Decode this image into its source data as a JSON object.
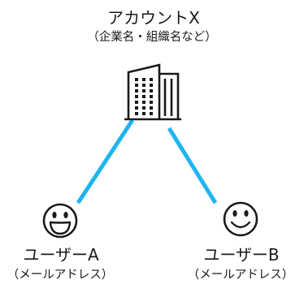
{
  "account": {
    "title": "アカウントX",
    "subtitle": "（企業名・組織名など）",
    "icon": "building-icon"
  },
  "user_a": {
    "title": "ユーザーA",
    "subtitle": "（メールアドレス）",
    "icon": "smiley-grin-icon"
  },
  "user_b": {
    "title": "ユーザーB",
    "subtitle": "（メールアドレス）",
    "icon": "smiley-smile-icon"
  },
  "colors": {
    "connector": "#1fb5ee",
    "ink": "#1a1a1a"
  }
}
